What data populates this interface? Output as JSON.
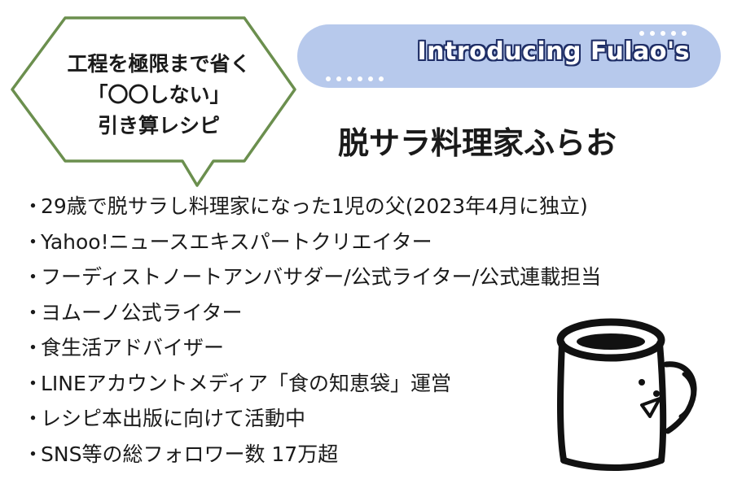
{
  "bubble": {
    "lines": [
      "工程を極限まで省く",
      "「〇〇しない」",
      "引き算レシピ"
    ],
    "border_color": "#6b8f4e"
  },
  "banner": {
    "title": "Introducing Fulao's",
    "bg_color": "#b7c9ec",
    "outline_color": "#1f2e66"
  },
  "main_name": "脱サラ料理家ふらお",
  "bullets": [
    "29歳で脱サラし料理家になった1児の父(2023年4月に独立)",
    "Yahoo!ニュースエキスパートクリエイター",
    "フーディストノートアンバサダー/公式ライター/公式連載担当",
    "ヨムーノ公式ライター",
    "食生活アドバイザー",
    "LINEアカウントメディア「食の知恵袋」運営",
    "レシピ本出版に向けて活動中",
    "SNS等の総フォロワー数 17万超"
  ],
  "bullet_marker": "・",
  "icons": {
    "mug": "mug-icon",
    "dots": "dots-decoration"
  }
}
